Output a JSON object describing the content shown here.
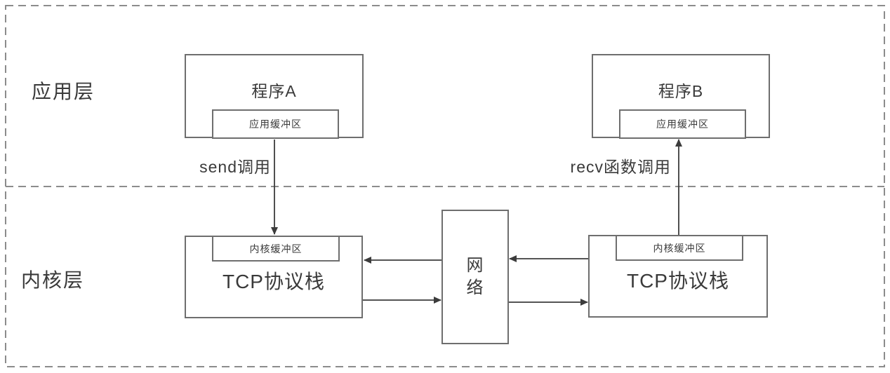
{
  "layers": {
    "application": "应用层",
    "kernel": "内核层"
  },
  "program_a": {
    "title": "程序A",
    "buffer": "应用缓冲区"
  },
  "program_b": {
    "title": "程序B",
    "buffer": "应用缓冲区"
  },
  "tcp_left": {
    "title": "TCP协议栈",
    "buffer": "内核缓冲区"
  },
  "tcp_right": {
    "title": "TCP协议栈",
    "buffer": "内核缓冲区"
  },
  "network": {
    "label": "网络"
  },
  "annotations": {
    "send": "send调用",
    "recv": "recv函数调用"
  },
  "colors": {
    "line": "#3c3c3c",
    "box_border": "#6e6e6e",
    "dashed_border": "#8c8c8c",
    "text": "#3a3a3a",
    "background": "#ffffff"
  }
}
